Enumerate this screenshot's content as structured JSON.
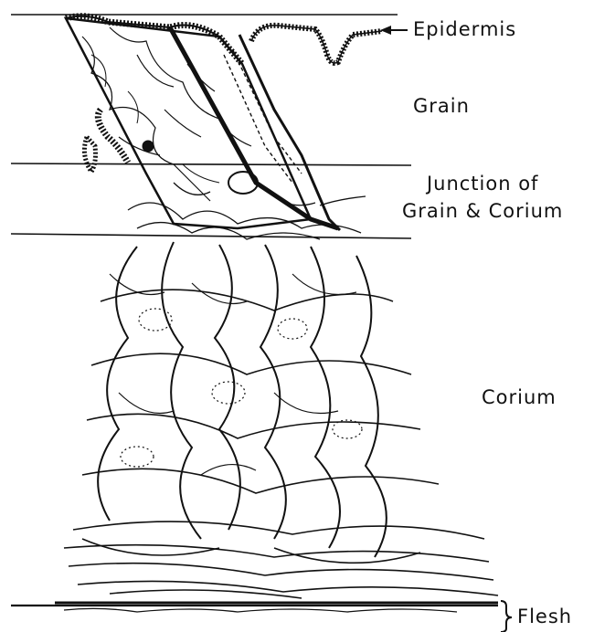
{
  "labels": {
    "epidermis": "Epidermis",
    "grain": "Grain",
    "junction_line1": "Junction of",
    "junction_line2": "Grain & Corium",
    "corium": "Corium",
    "flesh": "Flesh"
  },
  "colors": {
    "ink": "#111111",
    "background": "#ffffff"
  }
}
